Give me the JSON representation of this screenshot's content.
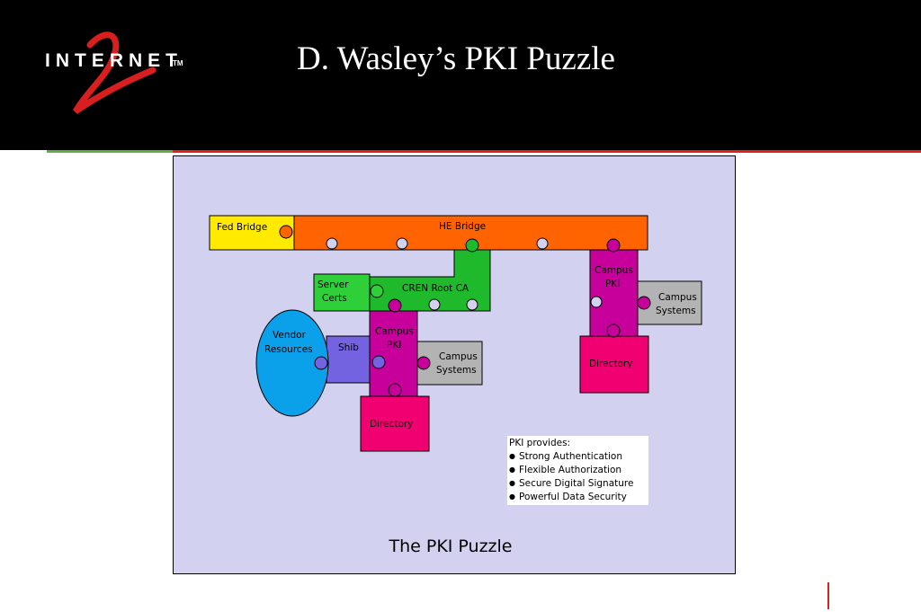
{
  "slide": {
    "title": "D. Wasley’s PKI Puzzle",
    "logo": {
      "text": "INTERNET",
      "numeral": "2",
      "trademark": "TM"
    }
  },
  "colors": {
    "header_bg": "#000000",
    "panel_bg": "#d2d1ef",
    "fed_bridge": "#ffea00",
    "he_bridge": "#ff6400",
    "cren_root": "#1fba2b",
    "server_certs": "#2fcf3a",
    "campus_pki": "#c8009b",
    "directory": "#f00070",
    "campus_systems": "#b3b3b3",
    "shib": "#7463e0",
    "vendor": "#0aa0ea",
    "accent_red": "#e0201f",
    "accent_green": "#5fae46"
  },
  "diagram": {
    "pieces": {
      "fed_bridge": "Fed Bridge",
      "he_bridge": "HE Bridge",
      "server_certs": [
        "Server",
        "Certs"
      ],
      "cren_root_ca": "CREN Root CA",
      "vendor_resources": [
        "Vendor",
        "Resources"
      ],
      "shib": "Shib",
      "campus_pki_left": [
        "Campus",
        "PKI"
      ],
      "campus_systems_left": [
        "Campus",
        "Systems"
      ],
      "directory_left": "Directory",
      "campus_pki_right": [
        "Campus",
        "PKI"
      ],
      "campus_systems_right": [
        "Campus",
        "Systems"
      ],
      "directory_right": "Directory"
    },
    "pki_box": {
      "heading": "PKI provides:",
      "items": [
        "Strong Authentication",
        "Flexible Authorization",
        "Secure Digital Signature",
        "Powerful Data Security"
      ]
    },
    "caption": "The PKI Puzzle"
  }
}
